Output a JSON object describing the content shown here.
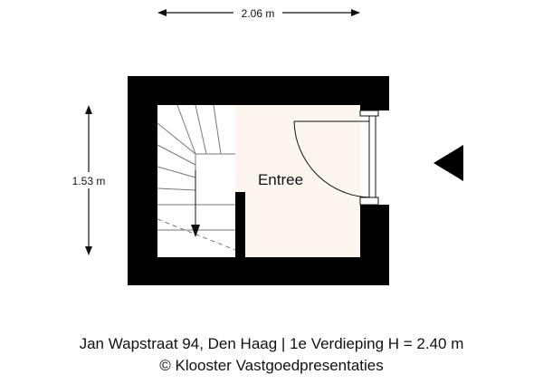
{
  "dimensions": {
    "width_label": "2.06 m",
    "height_label": "1.53 m"
  },
  "rooms": [
    {
      "label": "Entree",
      "fill": "#fcf6ef"
    }
  ],
  "caption": {
    "line1": "Jan Wapstraat 94, Den Haag | 1e Verdieping H = 2.40 m",
    "line2": "© Klooster Vastgoedpresentaties"
  },
  "icons": {
    "entrance": "entrance-arrow-icon"
  },
  "colors": {
    "wall": "#000000",
    "floor": "#fcf6ef",
    "line": "#555555"
  }
}
